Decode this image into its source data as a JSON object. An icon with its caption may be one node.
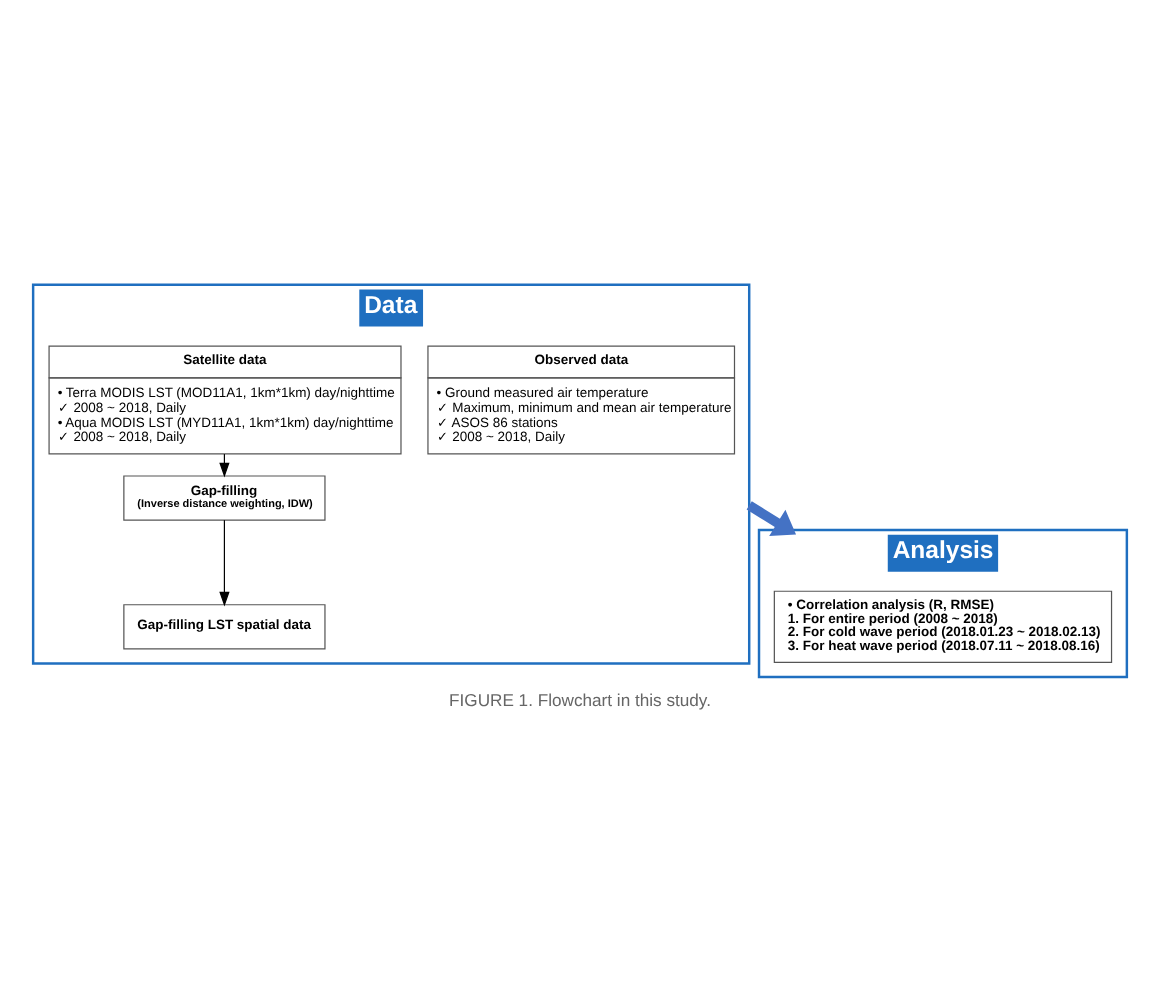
{
  "diagram": {
    "caption": "FIGURE 1. Flowchart in this study.",
    "nodes": [
      {
        "text": [
          "Data"
        ]
      },
      {
        "text": [
          "Satellite data",
          "• Terra MODIS LST (MOD11A1, 1km*1km) day/nighttime",
          "✓ 2008 ~ 2018, Daily",
          "• Aqua MODIS LST (MYD11A1, 1km*1km) day/nighttime",
          "✓ 2008 ~ 2018, Daily"
        ],
        "in": 0
      },
      {
        "text": [
          "Gap-filling",
          "(Inverse distance weighting, IDW)"
        ],
        "in": 0
      },
      {
        "text": [
          "Gap-filling LST spatial data"
        ],
        "in": 0
      },
      {
        "text": [
          "Observed data",
          "• Ground measured air temperature",
          "✓ Maximum, minimum and mean air temperature",
          "✓ ASOS 86 stations",
          "✓ 2008 ~ 2018, Daily"
        ],
        "in": 0
      },
      {
        "text": [
          "Analysis"
        ]
      },
      {
        "text": [
          "• Correlation analysis (R, RMSE)",
          "1. For entire period (2008 ~ 2018)",
          "2. For cold wave period (2018.01.23 ~ 2018.02.13)",
          "3. For heat wave period (2018.07.11 ~ 2018.08.16)"
        ],
        "in": 5
      }
    ],
    "edges": [
      {
        "from": 1,
        "to": 2,
        "arrow": "to"
      },
      {
        "from": 2,
        "to": 3,
        "arrow": "to"
      },
      {
        "from": 0,
        "to": 5,
        "arrow": "to",
        "style": "thick",
        "color": "#4472c4"
      }
    ]
  }
}
